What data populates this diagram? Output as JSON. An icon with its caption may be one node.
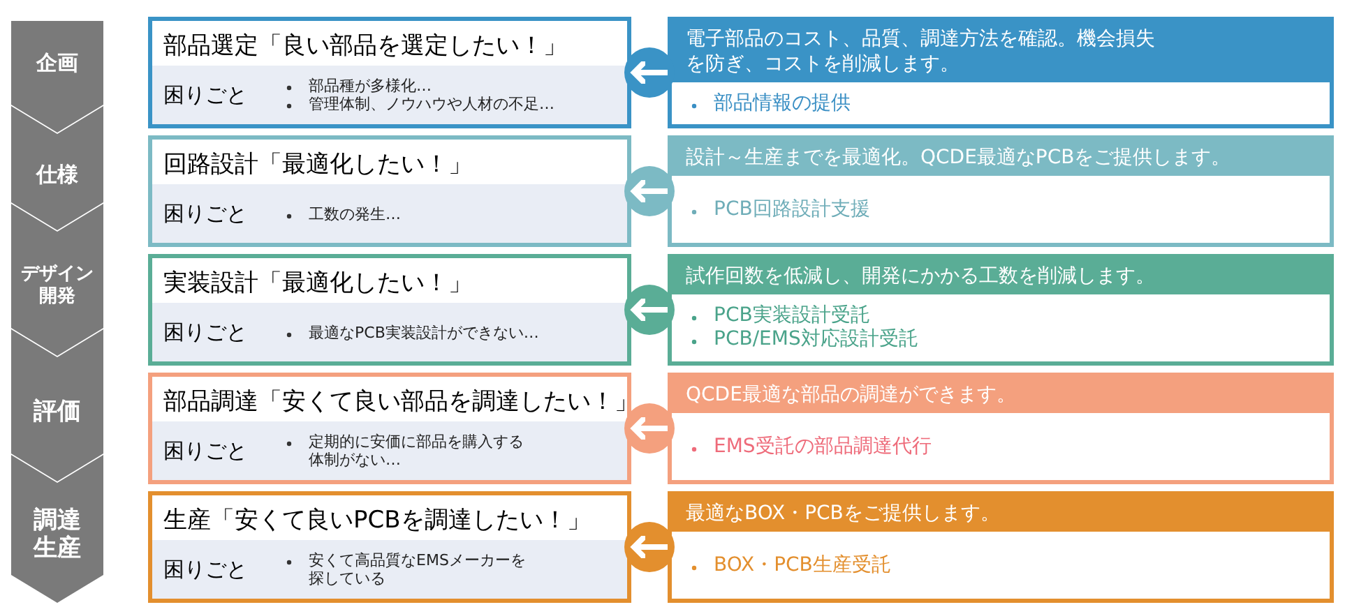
{
  "diagram": {
    "nodes": [
      {
        "text": [
          "企画"
        ]
      },
      {
        "text": [
          "仕様"
        ]
      },
      {
        "text": [
          "デザイン開発"
        ]
      },
      {
        "text": [
          "評価"
        ]
      },
      {
        "text": [
          "調達生産"
        ]
      },
      {
        "text": [
          "部品選定「良い部品を選定したい！」",
          "困りごと",
          "部品種が多様化…",
          "管理体制、ノウハウや人材の不足…"
        ]
      },
      {
        "text": [
          "電子部品のコスト、品質、調達方法を確認。機会損失を防ぎ、コストを削減します。",
          "部品情報の提供"
        ]
      },
      {
        "text": [
          "回路設計「最適化したい！」",
          "困りごと",
          "工数の発生…"
        ]
      },
      {
        "text": [
          "設計～生産までを最適化。QCDE最適なPCBをご提供します。",
          "PCB回路設計支援"
        ]
      },
      {
        "text": [
          "実装設計「最適化したい！」",
          "困りごと",
          "最適なPCB実装設計ができない…"
        ]
      },
      {
        "text": [
          "試作回数を低減し、開発にかかる工数を削減します。",
          "PCB実装設計受託",
          "PCB/EMS対応設計受託"
        ]
      },
      {
        "text": [
          "部品調達「安くて良い部品を調達したい！」",
          "困りごと",
          "定期的に安価に部品を購入する体制がない…"
        ]
      },
      {
        "text": [
          "QCDE最適な部品の調達ができます。",
          "EMS受託の部品調達代行"
        ]
      },
      {
        "text": [
          "生産「安くて良いPCBを調達したい！」",
          "困りごと",
          "安くて高品質なEMSメーカーを探している"
        ]
      },
      {
        "text": [
          "最適なBOX・PCBをご提供します。",
          "BOX・PCB生産受託"
        ]
      }
    ],
    "edges": [
      {
        "from": 6,
        "to": 5,
        "arrow": "to"
      },
      {
        "from": 8,
        "to": 7,
        "arrow": "to"
      },
      {
        "from": 10,
        "to": 9,
        "arrow": "to"
      },
      {
        "from": 12,
        "to": 11,
        "arrow": "to"
      },
      {
        "from": 14,
        "to": 13,
        "arrow": "to"
      }
    ]
  }
}
